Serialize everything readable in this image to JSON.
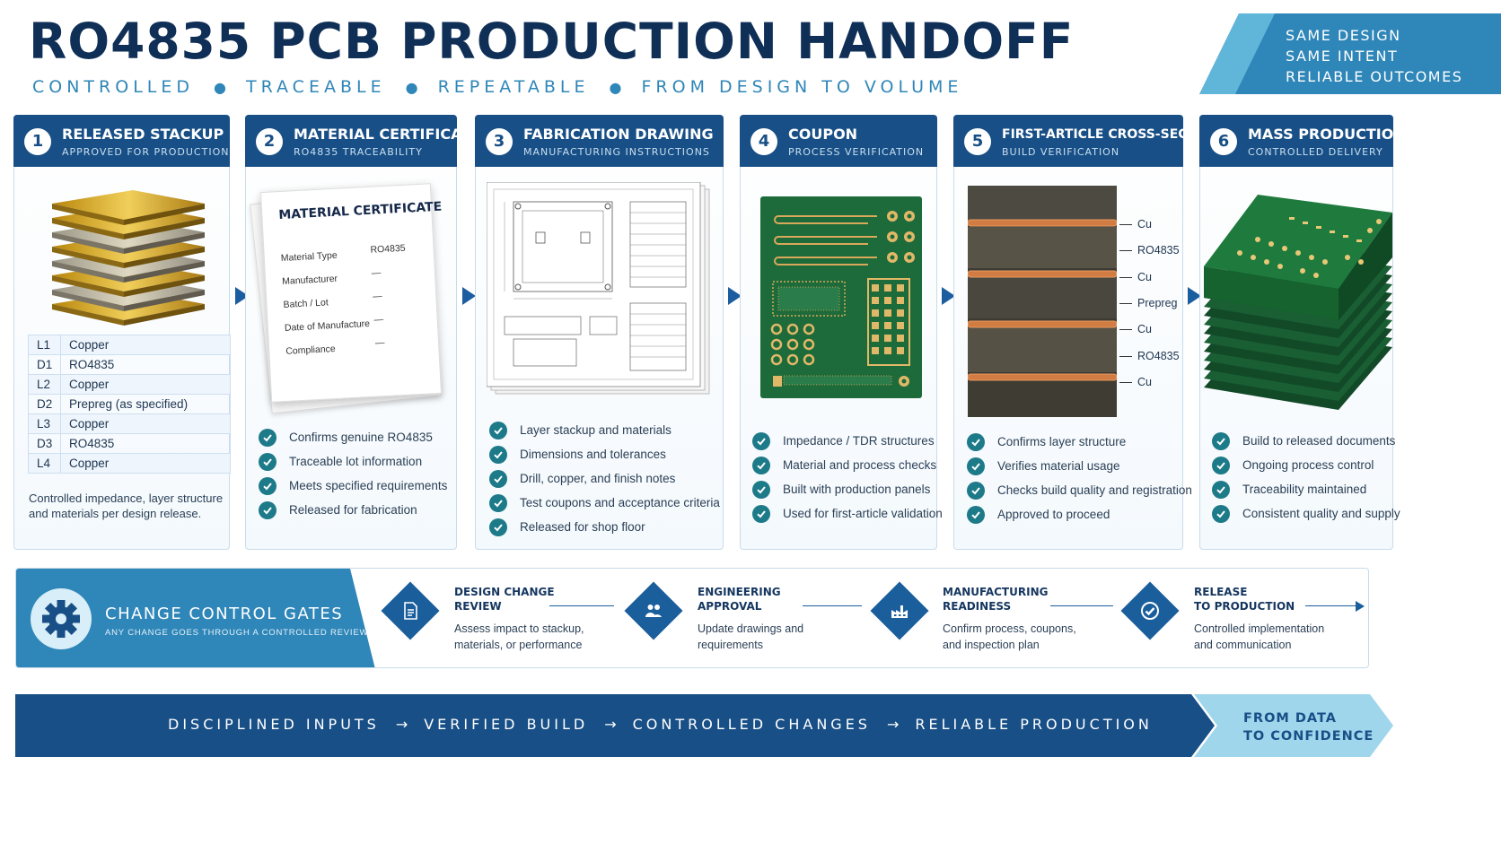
{
  "header": {
    "title": "RO4835 PCB PRODUCTION HANDOFF",
    "subtitle": [
      "CONTROLLED",
      "TRACEABLE",
      "REPEATABLE",
      "FROM DESIGN TO VOLUME"
    ],
    "tagline": [
      "SAME DESIGN",
      "SAME INTENT",
      "RELIABLE OUTCOMES"
    ]
  },
  "steps": [
    {
      "num": "1",
      "title": "RELEASED STACKUP",
      "subtitle": "APPROVED FOR PRODUCTION",
      "stackup": [
        {
          "layer": "L1",
          "material": "Copper"
        },
        {
          "layer": "D1",
          "material": "RO4835"
        },
        {
          "layer": "L2",
          "material": "Copper"
        },
        {
          "layer": "D2",
          "material": "Prepreg (as specified)"
        },
        {
          "layer": "L3",
          "material": "Copper"
        },
        {
          "layer": "D3",
          "material": "RO4835"
        },
        {
          "layer": "L4",
          "material": "Copper"
        }
      ],
      "note": "Controlled impedance, layer structure and materials per design release."
    },
    {
      "num": "2",
      "title": "MATERIAL CERTIFICATE",
      "subtitle": "RO4835 TRACEABILITY",
      "certificate": {
        "title": "MATERIAL CERTIFICATE",
        "rows": [
          {
            "label": "Material Type",
            "value": "RO4835"
          },
          {
            "label": "Manufacturer",
            "value": "—"
          },
          {
            "label": "Batch / Lot",
            "value": "—"
          },
          {
            "label": "Date of Manufacture",
            "value": "—"
          },
          {
            "label": "Compliance",
            "value": "—"
          }
        ]
      },
      "checks": [
        "Confirms genuine RO4835",
        "Traceable lot information",
        "Meets specified requirements",
        "Released for fabrication"
      ]
    },
    {
      "num": "3",
      "title": "FABRICATION DRAWING",
      "subtitle": "MANUFACTURING INSTRUCTIONS",
      "checks": [
        "Layer stackup and materials",
        "Dimensions and tolerances",
        "Drill, copper, and finish notes",
        "Test coupons and acceptance criteria",
        "Released for shop floor"
      ]
    },
    {
      "num": "4",
      "title": "COUPON",
      "subtitle": "PROCESS VERIFICATION",
      "checks": [
        "Impedance / TDR structures",
        "Material and process checks",
        "Built with production panels",
        "Used for first-article validation"
      ]
    },
    {
      "num": "5",
      "title": "FIRST-ARTICLE CROSS-SECTION",
      "subtitle": "BUILD VERIFICATION",
      "labels": [
        "Cu",
        "RO4835",
        "Cu",
        "Prepreg",
        "Cu",
        "RO4835",
        "Cu"
      ],
      "checks": [
        "Confirms layer structure",
        "Verifies material usage",
        "Checks build quality and registration",
        "Approved to proceed"
      ]
    },
    {
      "num": "6",
      "title": "MASS PRODUCTION",
      "subtitle": "CONTROLLED DELIVERY",
      "checks": [
        "Build to released documents",
        "Ongoing process control",
        "Traceability maintained",
        "Consistent quality and supply"
      ]
    }
  ],
  "gates": {
    "title": "CHANGE CONTROL GATES",
    "subtitle": "ANY CHANGE GOES THROUGH A CONTROLLED REVIEW",
    "items": [
      {
        "icon": "document-icon",
        "title": [
          "DESIGN CHANGE",
          "REVIEW"
        ],
        "desc": [
          "Assess impact to stackup,",
          "materials, or performance"
        ]
      },
      {
        "icon": "people-icon",
        "title": [
          "ENGINEERING",
          "APPROVAL"
        ],
        "desc": [
          "Update drawings and",
          "requirements"
        ]
      },
      {
        "icon": "factory-icon",
        "title": [
          "MANUFACTURING",
          "READINESS"
        ],
        "desc": [
          "Confirm process, coupons,",
          "and inspection plan"
        ]
      },
      {
        "icon": "checkmark-icon",
        "title": [
          "RELEASE",
          "TO PRODUCTION"
        ],
        "desc": [
          "Controlled implementation",
          "and communication"
        ]
      }
    ]
  },
  "bottom": {
    "items": [
      "DISCIPLINED INPUTS",
      "VERIFIED BUILD",
      "CONTROLLED CHANGES",
      "RELIABLE PRODUCTION"
    ],
    "separator": "→",
    "end": [
      "FROM DATA",
      "TO CONFIDENCE"
    ]
  },
  "colors": {
    "navy": "#0f2f57",
    "header_blue": "#184f86",
    "accent": "#2f86b8",
    "check_teal": "#1d7a88",
    "pcb_green": "#1d6b3a",
    "copper": "#c97b3e"
  }
}
